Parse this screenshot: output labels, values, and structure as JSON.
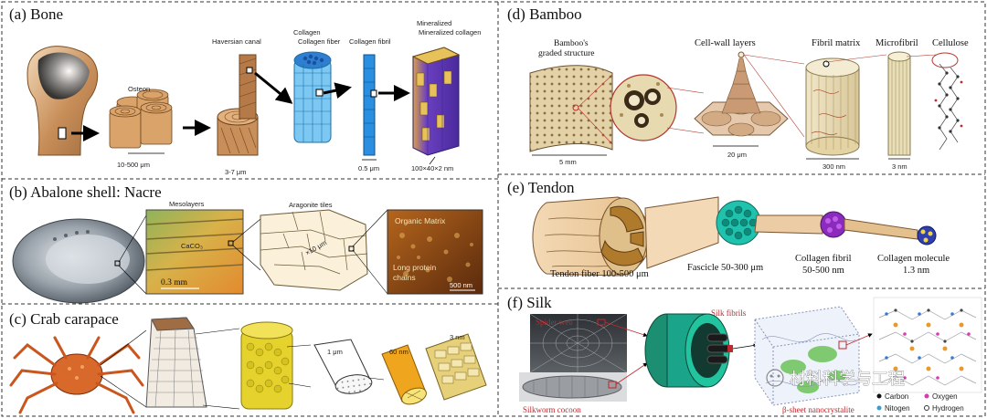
{
  "panels": {
    "bone": {
      "title": "(a) Bone",
      "labels": {
        "osteon": "Osteon",
        "haversian": "Haversian canal",
        "collagen_fiber": "Collagen fiber",
        "collagen_fibril": "Collagen fibril",
        "mineralized": "Mineralized collagen",
        "s1": "10-500 μm",
        "s2": "3-7 μm",
        "s3": "0.5 μm",
        "s4": "100×40×2 nm"
      }
    },
    "nacre": {
      "title": "(b) Abalone shell: Nacre",
      "labels": {
        "mesolayers": "Mesolayers",
        "caco3": "CaCO₃",
        "scale": "0.3 mm",
        "aragonite": "Aragonite tiles",
        "tile_size": "×10 μm",
        "organic": "Organic Matrix",
        "protein": "Long protein chains",
        "scale2": "500 nm"
      }
    },
    "crab": {
      "title": "(c) Crab carapace",
      "labels": {
        "s1": "1 μm",
        "s2": "60 nm",
        "s3": "3 nm"
      }
    },
    "bamboo": {
      "title": "(d) Bamboo",
      "labels": {
        "graded": "Bamboo's graded structure",
        "cellwall": "Cell-wall layers",
        "fibril_matrix": "Fibril matrix",
        "microfibril": "Microfibril",
        "cellulose": "Cellulose",
        "s1": "5 mm",
        "s2": "20 μm",
        "s3": "300 nm",
        "s4": "3 nm"
      }
    },
    "tendon": {
      "title": "(e) Tendon",
      "labels": {
        "fiber": "Tendon fiber 100-500 μm",
        "fascicle": "Fascicle 50-300 μm",
        "fibril": "Collagen fibril",
        "fibril_size": "50-500 nm",
        "molecule": "Collagen molecule",
        "molecule_size": "1.3 nm"
      }
    },
    "silk": {
      "title": "(f) Silk",
      "labels": {
        "spider_web": "Spider web",
        "silk_fibrils": "Silk fibrils",
        "cocoon": "Silkworm cocoon",
        "beta": "β-sheet nanocrystalite",
        "watermark": "材料科学与工程",
        "legend": {
          "carbon": "Carbon",
          "oxygen": "Oxygen",
          "nitrogen": "Nitogen",
          "hydrogen": "Hydrogen"
        }
      }
    }
  },
  "colors": {
    "bone_tan": "#d9a36a",
    "collagen_blue": "#3da8e8",
    "mineral_purple": "#6a3fc0",
    "tendon_cyan": "#2bb6a6",
    "tendon_purple": "#8a2bbd",
    "tendon_navy": "#1e2a8c",
    "crab_orange": "#e07a2e",
    "bamboo_beige": "#e9dcb7",
    "silk_teal": "#1aa58a",
    "label_red": "#c0282d"
  }
}
